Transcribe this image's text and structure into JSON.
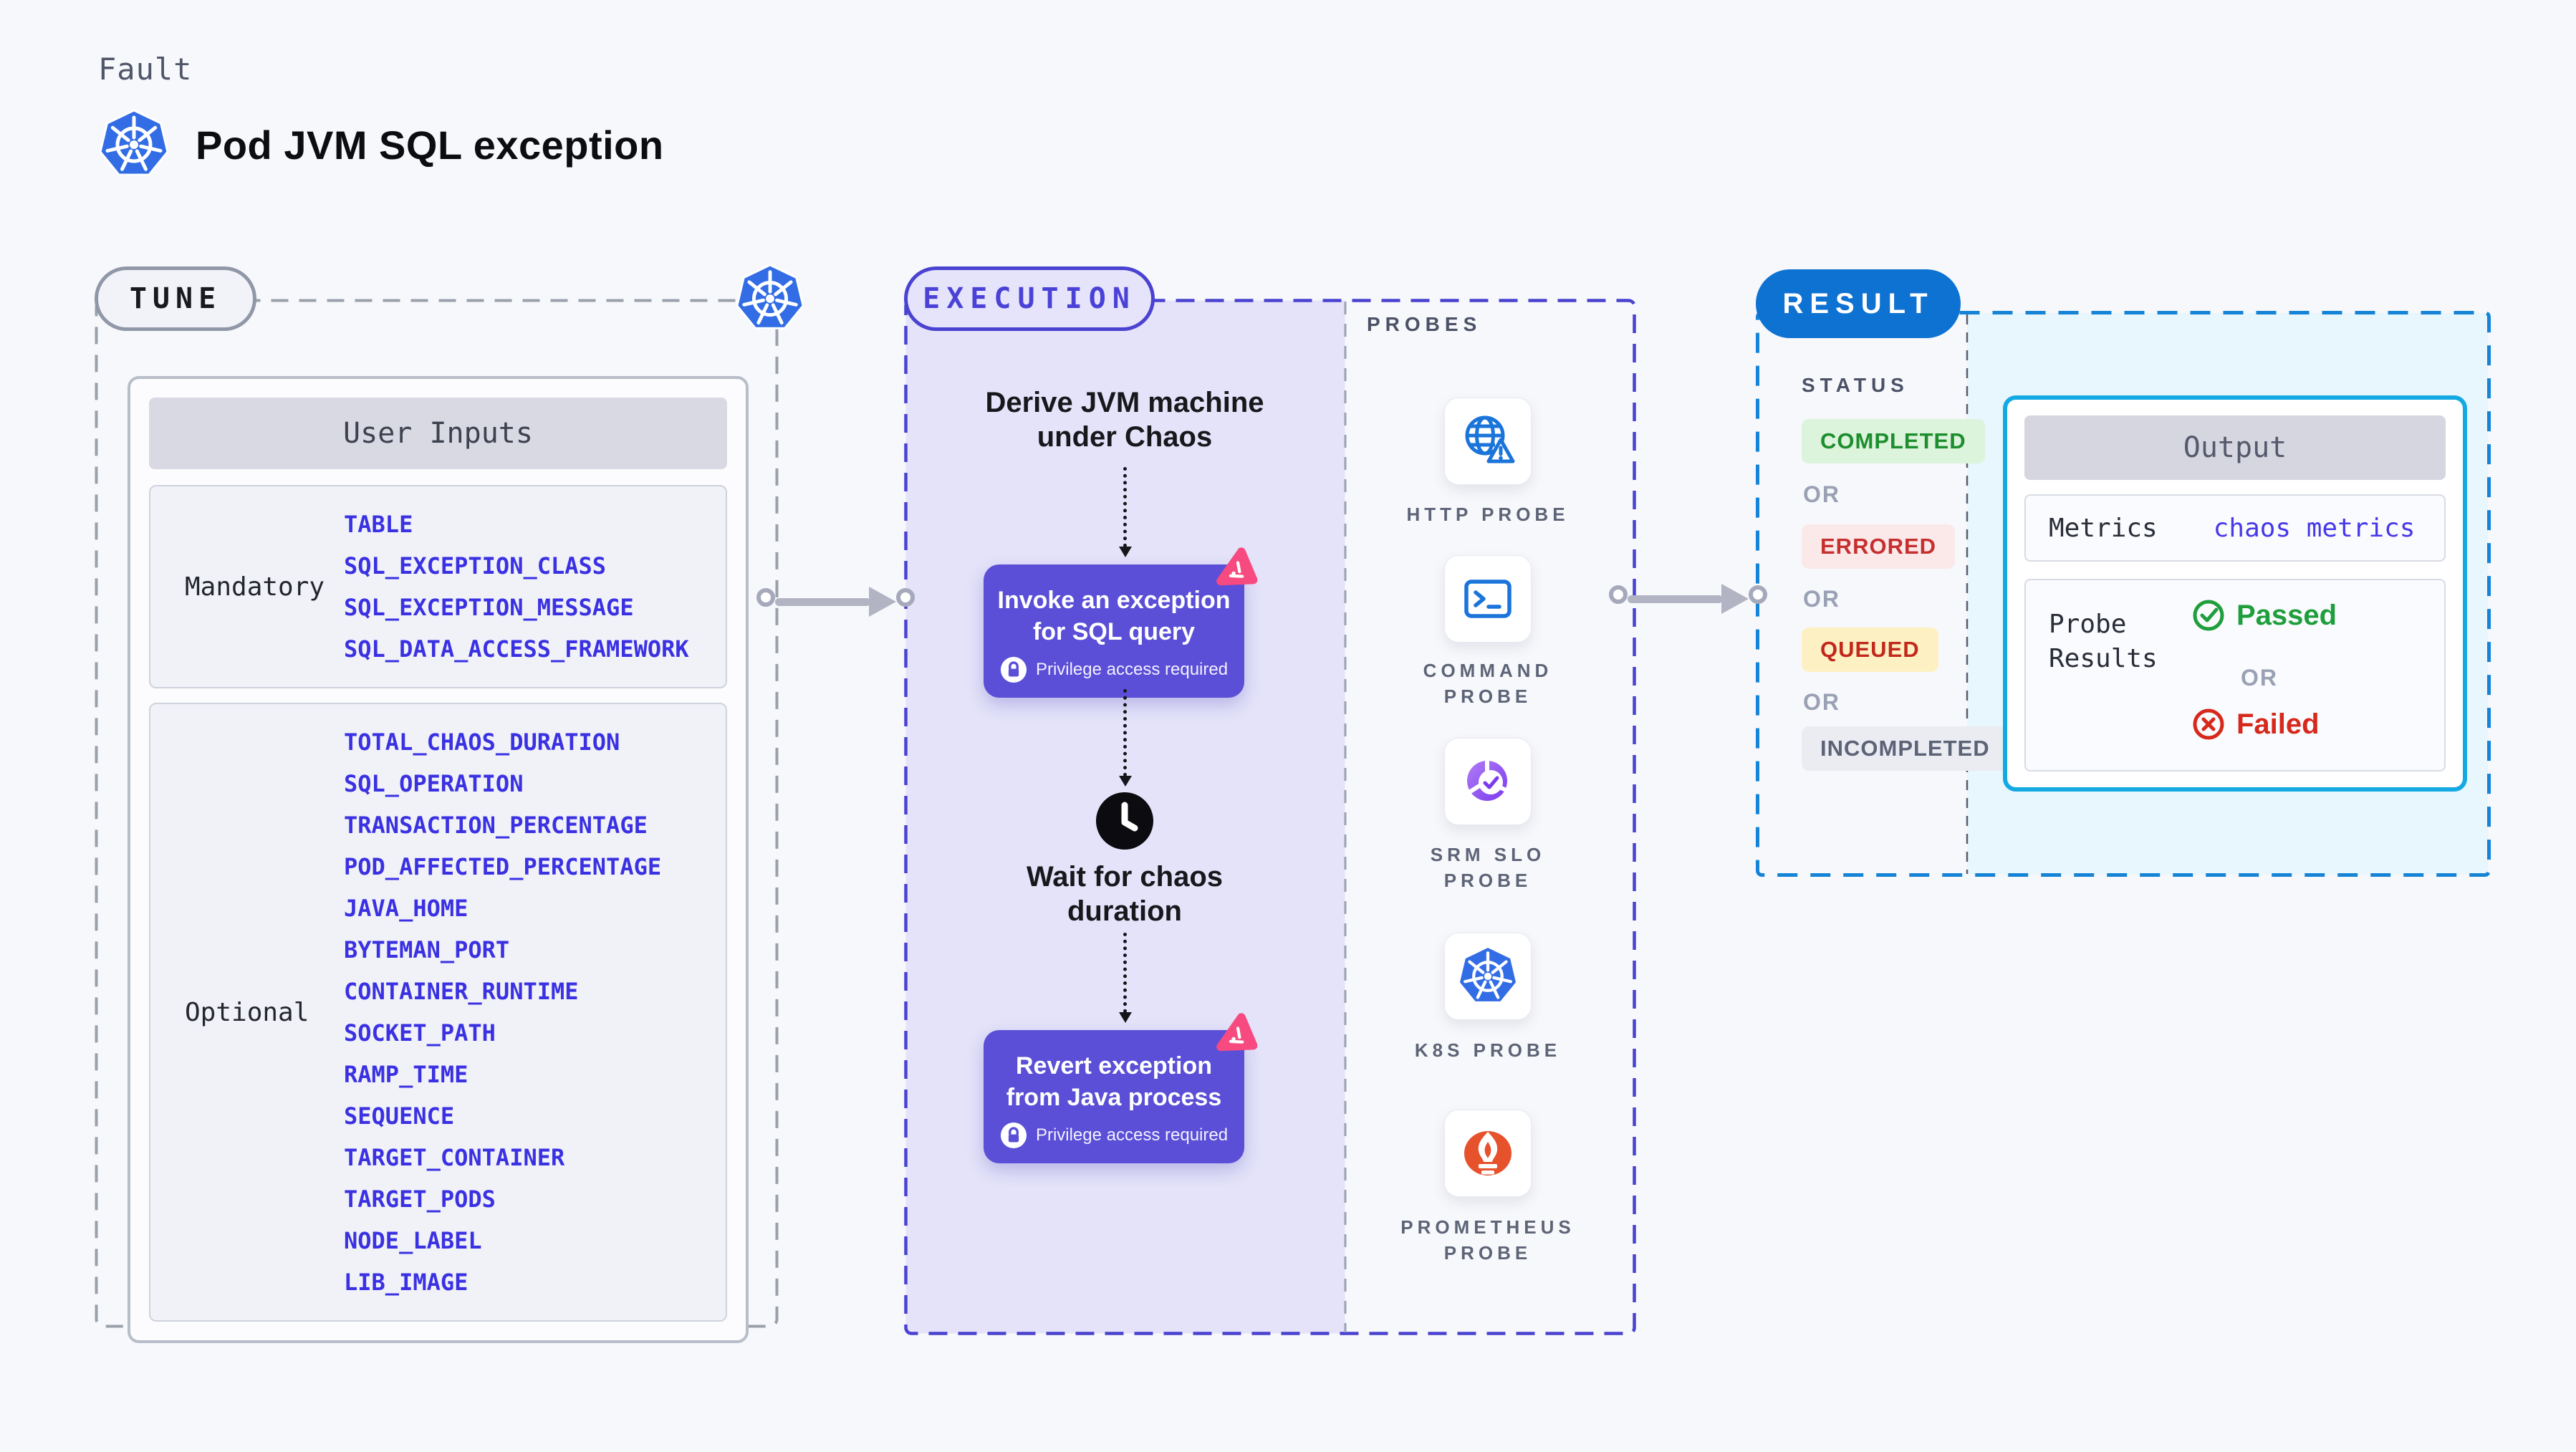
{
  "header": {
    "eyebrow": "Fault",
    "title": "Pod JVM SQL exception"
  },
  "tune": {
    "label": "TUNE",
    "user_inputs": {
      "header": "User Inputs",
      "mandatory": {
        "label": "Mandatory",
        "values": [
          "TABLE",
          "SQL_EXCEPTION_CLASS",
          "SQL_EXCEPTION_MESSAGE",
          "SQL_DATA_ACCESS_FRAMEWORK"
        ]
      },
      "optional": {
        "label": "Optional",
        "values": [
          "TOTAL_CHAOS_DURATION",
          "SQL_OPERATION",
          "TRANSACTION_PERCENTAGE",
          "POD_AFFECTED_PERCENTAGE",
          "JAVA_HOME",
          "BYTEMAN_PORT",
          "CONTAINER_RUNTIME",
          "SOCKET_PATH",
          "RAMP_TIME",
          "SEQUENCE",
          "TARGET_CONTAINER",
          "TARGET_PODS",
          "NODE_LABEL",
          "LIB_IMAGE"
        ]
      }
    }
  },
  "execution": {
    "label": "EXECUTION",
    "steps": {
      "derive": "Derive JVM machine under Chaos",
      "invoke": {
        "title": "Invoke an exception for SQL query",
        "badge": "Privilege access required"
      },
      "wait": "Wait for chaos duration",
      "revert": {
        "title": "Revert exception from Java process",
        "badge": "Privilege access required"
      }
    },
    "probes": {
      "label": "PROBES",
      "items": [
        {
          "icon": "http-probe-icon",
          "label": "HTTP PROBE"
        },
        {
          "icon": "command-probe-icon",
          "label": "COMMAND PROBE"
        },
        {
          "icon": "srm-slo-probe-icon",
          "label": "SRM SLO PROBE"
        },
        {
          "icon": "k8s-probe-icon",
          "label": "K8S PROBE"
        },
        {
          "icon": "prometheus-probe-icon",
          "label": "PROMETHEUS PROBE"
        }
      ]
    }
  },
  "result": {
    "label": "RESULT",
    "status": {
      "label": "STATUS",
      "or": "OR",
      "values": [
        {
          "text": "COMPLETED",
          "variant": "completed"
        },
        {
          "text": "ERRORED",
          "variant": "errored"
        },
        {
          "text": "QUEUED",
          "variant": "queued"
        },
        {
          "text": "INCOMPLETED",
          "variant": "incompleted"
        }
      ]
    },
    "output": {
      "header": "Output",
      "metrics_label": "Metrics",
      "metrics_value": "chaos metrics",
      "probe_results_label": "Probe Results",
      "passed": "Passed",
      "or": "OR",
      "failed": "Failed"
    }
  },
  "colors": {
    "page_bg": "#f7f8fb",
    "kubernetes_blue": "#326de5",
    "step_purple": "#5a4fd6",
    "litmus_pink": "#f64a80",
    "execution_indigo": "#4a42d0",
    "execution_panel": "#e4e3f9",
    "result_blue": "#0e72d2",
    "result_dash_blue": "#1583d6",
    "output_border_cyan": "#14a9e3",
    "output_panel_cyan": "#e8f6fd",
    "env_var_blue": "#3a31e2",
    "completed_green": "#1d8e2d",
    "errored_red": "#c62f2f",
    "queued_red": "#c2281b",
    "incompleted_gray": "#5c6377",
    "passed_green": "#1f9e3c",
    "failed_red": "#d6281c",
    "probe_icon_blue": "#1a74da",
    "prometheus_orange": "#e6522c",
    "arrow_gray": "#b2b4c4"
  }
}
